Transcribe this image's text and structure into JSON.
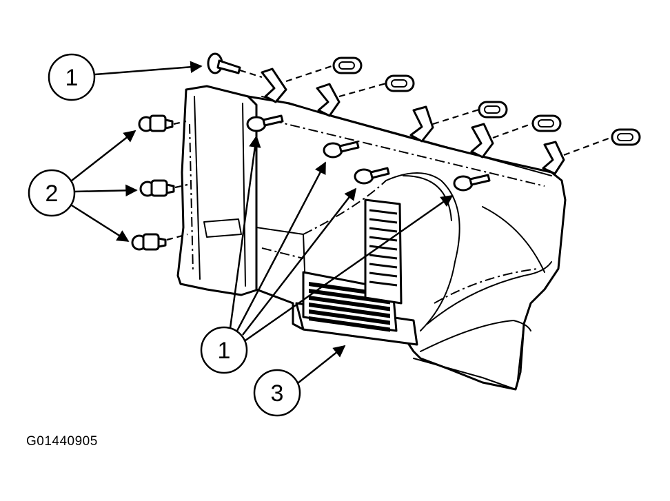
{
  "figure": {
    "code": "G01440905"
  },
  "callouts": [
    {
      "label": "1"
    },
    {
      "label": "2"
    },
    {
      "label": "1"
    },
    {
      "label": "3"
    }
  ]
}
